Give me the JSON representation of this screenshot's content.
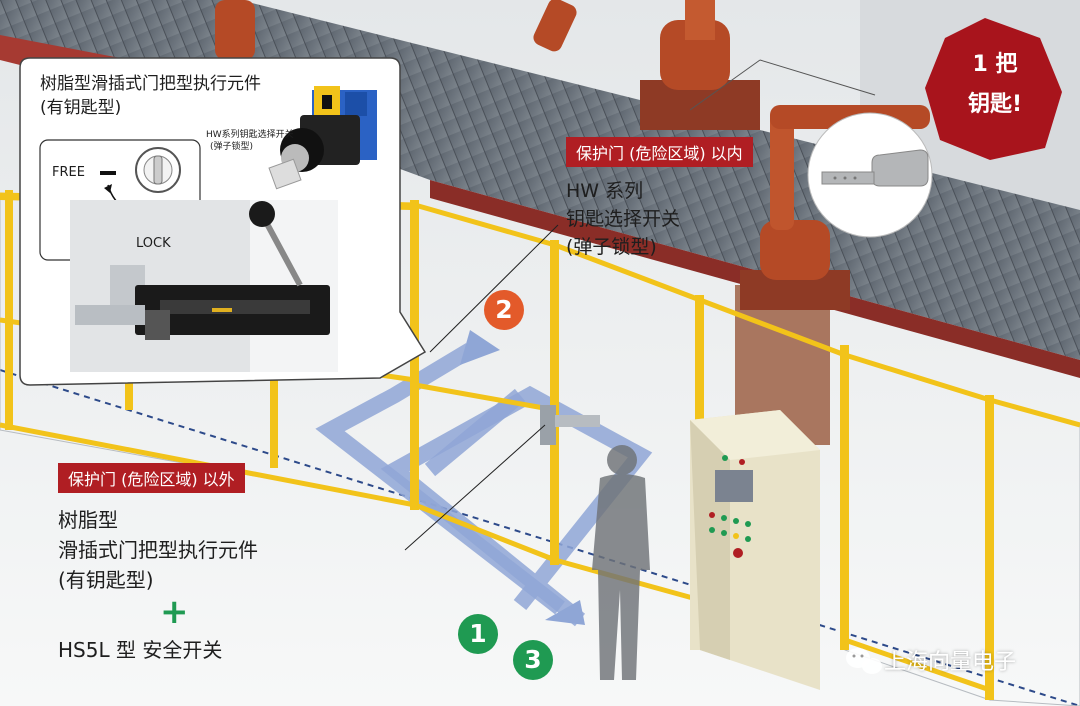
{
  "inset": {
    "title_line1": "树脂型滑插式门把型执行元件",
    "title_line2": "(有钥匙型)",
    "free_label": "FREE",
    "lock_label": "LOCK",
    "hw_small_line1": "HW系列钥匙选择开关",
    "hw_small_line2": "(弹子锁型)"
  },
  "tags": {
    "inside": "保护门 (危险区域) 以内",
    "outside": "保护门 (危险区域) 以外"
  },
  "hw_callout": {
    "line1": "HW 系列",
    "line2": "钥匙选择开关",
    "line3": "(弹子锁型)"
  },
  "resin_callout": {
    "line1": "树脂型",
    "line2": "滑插式门把型执行元件",
    "line3": "(有钥匙型)",
    "plus": "+",
    "line4": "HS5L 型 安全开关"
  },
  "badge": {
    "line1": "1 把",
    "line2": "钥匙!"
  },
  "steps": [
    "1",
    "2",
    "3"
  ],
  "watermark": "上海向量电子",
  "colors": {
    "tag_red": "#b01e23",
    "badge_red": "#a8141c",
    "step_green": "#1f9a52",
    "step_orange": "#e35a2a",
    "fence_yellow": "#f2c31a",
    "robot_orange": "#b54a26",
    "path_blue": "#8fa6d6"
  },
  "icons": [
    "key-icon",
    "wechat-icon",
    "key-switch-icon"
  ]
}
